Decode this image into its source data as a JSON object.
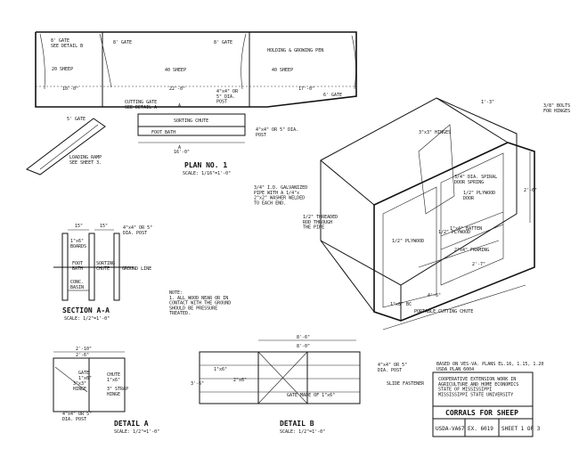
{
  "plan": {
    "gate_see_detail_b": "8' GATE\nSEE DETAIL B",
    "gate_8_a": "8' GATE",
    "gate_8_b": "8' GATE",
    "pen_label": "HOLDING & GROWING PEN",
    "sheep_20": "20 SHEEP",
    "sheep_40_a": "40 SHEEP",
    "sheep_40_b": "40 SHEEP",
    "dim_10": "10'-0\"",
    "dim_22": "22'-0\"",
    "dim_17": "17'-0\"",
    "gate_6": "6' GATE",
    "gate_5": "5' GATE",
    "cutting_gate": "CUTTING GATE\nSEE DETAIL A",
    "post_label_1": "4\"x4\" OR\n5\" DIA.\nPOST",
    "sorting_chute": "SORTING CHUTE",
    "foot_bath": "FOOT BATH",
    "post_label_2": "4\"x4\" OR 5\" DIA.\nPOST",
    "dim_16": "16'-0\"",
    "loading_ramp": "LOADING RAMP\nSEE SHEET 3.",
    "title": "PLAN NO. 1",
    "scale": "SCALE: 1/16\"=1'-0\"",
    "marker_a": "A"
  },
  "chute": {
    "dim_top": "1'-3\"",
    "hinges": "3\"x3\" HINGES",
    "bolts": "3/8\" BOLTS\nFOR HINGES",
    "galv_pipe": "3/4\" I.D. GALVANIZED\nPIPE WITH A 1/4\"x\n2\"x2\" WASHER WELDED\nTO EACH END.",
    "spring": "3/4\" DIA. SPIRAL\nDOOR SPRING",
    "plywood_door": "1/2\" PLYWOOD\nDOOR",
    "threaded_rod": "1/2\" THREADED\nROD THROUGH\nTHE PIPE",
    "plywood_a": "1/2\" PLYWOOD",
    "plywood_b": "1/2\" PLYWOOD",
    "batten": "1\"x4\" BATTEN",
    "framing": "2\"x4\" FRAMING",
    "dim_2_6": "2'-6\"",
    "dim_2_7": "2'-7\"",
    "dim_4_6": "4'-6\"",
    "board_1x6": "1\"x6\" BC",
    "title": "PORTABLE CUTTING CHUTE"
  },
  "section": {
    "dim_left": "15\"",
    "dim_right": "15\"",
    "post": "4\"x4\" OR 5\"\nDIA. POST",
    "boards": "1\"x6\"\nBOARDS",
    "foot_bath": "FOOT\nBATH",
    "sorting_chute": "SORTING\nCHUTE",
    "ground_line": "GROUND LINE",
    "conc_basin": "CONC.\nBASIN",
    "title": "SECTION A-A",
    "scale": "SCALE: 1/2\"=1'-0\""
  },
  "note": "NOTE:\n1. ALL WOOD NEAR OR IN\nCONTACT WITH THE GROUND\nSHOULD BE PRESSURE\nTREATED.",
  "detail_a": {
    "dim_top": "2'-10\"",
    "dim_top2": "2'-6\"",
    "gate": "GATE\n1\"x6\"",
    "chute": "CHUTE\n1\"x6\"",
    "hinge": "3\"x3\"\nHINGE",
    "strap_hinge": "3\" STRAP\nHINGE",
    "post": "4\"x4\" OR 5\"\nDIA. POST",
    "title": "DETAIL A",
    "scale": "SCALE: 1/2\"=1'-0\""
  },
  "detail_b": {
    "dim_top": "8'-6\"",
    "dim_top2": "8'-0\"",
    "side_1x6": "1\"x6\"",
    "side_2x6": "2\"x6\"",
    "dim_3_6": "3'-6\"",
    "gate_made": "GATE MADE OF 1\"x6\"",
    "post": "4\"x4\" OR 5\"\nDIA. POST",
    "slide_fastener": "SLIDE FASTENER",
    "title": "DETAIL B",
    "scale": "SCALE: 1/2\"=1'-0\""
  },
  "title_block": {
    "based_on": "BASED ON VES-VA. PLANS EL.16, 1.15, 1.20\nUSDA PLAN 6004",
    "cooperative": "COOPERATIVE EXTENSION WORK IN\nAGRICULTURE AND HOME ECONOMICS\nSTATE OF MISSISSIPPI\nMISSISSIPPI STATE UNIVERSITY",
    "title": "CORRALS FOR SHEEP",
    "usda": "USDA-VA67",
    "ex": "EX. 6019",
    "sheet": "SHEET 1 OF 3"
  }
}
